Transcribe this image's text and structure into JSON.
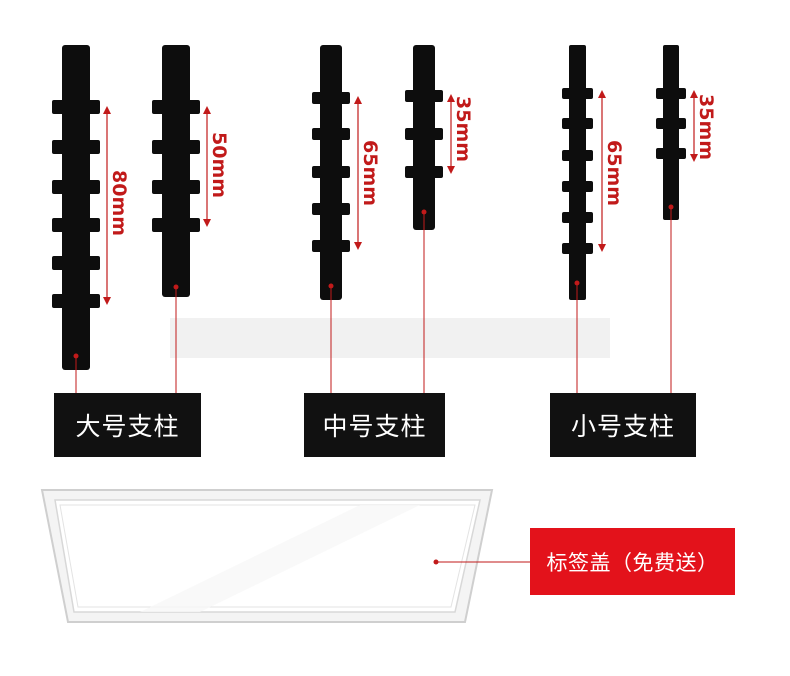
{
  "labels": {
    "large": "大号支柱",
    "medium": "中号支柱",
    "small": "小号支柱",
    "cover": "标签盖（免费送）"
  },
  "dimensions": {
    "large_long": "80mm",
    "large_short": "50mm",
    "medium_long": "65mm",
    "medium_short": "35mm",
    "small_long": "65mm",
    "small_short": "35mm"
  },
  "colors": {
    "post": "#0d0d0d",
    "dimension": "#c11a1a",
    "label_bg": "#111111",
    "cover_label_bg": "#e3121b"
  }
}
